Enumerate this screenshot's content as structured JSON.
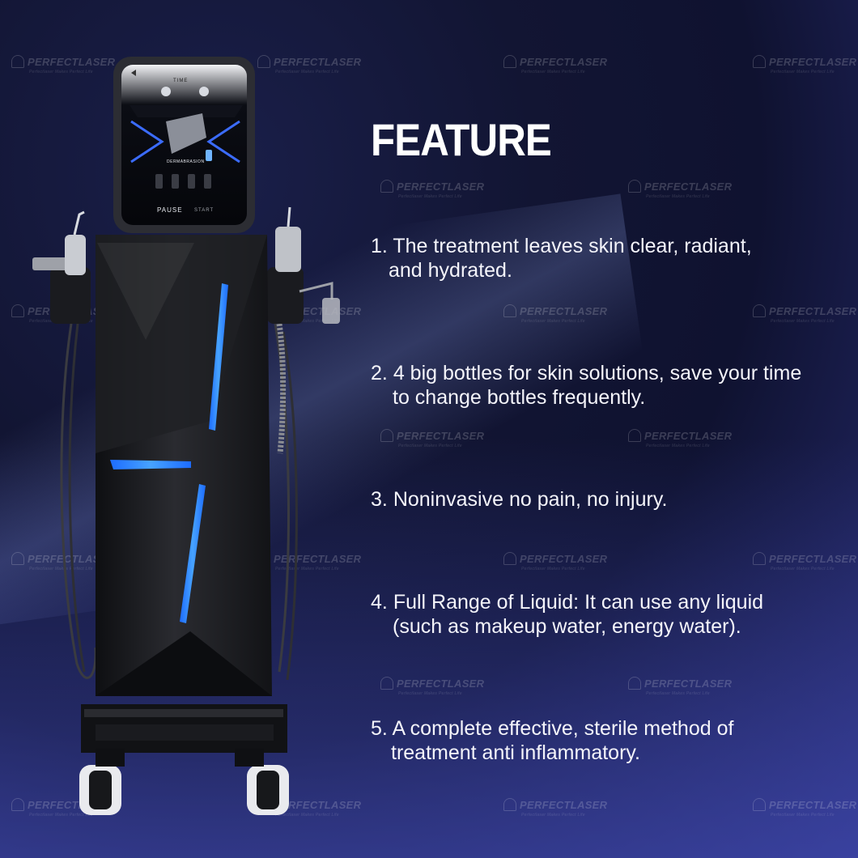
{
  "watermark": {
    "brand": "PERFECTLASER",
    "tagline": "Perfectlaser Makes Perfect Life"
  },
  "heading": "FEATURE",
  "features": [
    {
      "number": "1.",
      "line1": "The treatment leaves skin clear, radiant,",
      "line2": "and hydrated."
    },
    {
      "number": "2.",
      "line1": "4 big bottles for skin solutions, save your time",
      "line2": "to change bottles frequently."
    },
    {
      "number": "3.",
      "line1": "Noninvasive no pain, no injury.",
      "line2": ""
    },
    {
      "number": "4.",
      "line1": "Full Range of Liquid: It can use any liquid",
      "line2": "(such as makeup water, energy water)."
    },
    {
      "number": "5.",
      "line1": "A complete effective, sterile method of",
      "line2": "treatment anti inflammatory."
    }
  ],
  "screen": {
    "time_label": "TIME",
    "mode_label": "DERMABRASION",
    "pause_label": "PAUSE",
    "start_label": "START"
  },
  "colors": {
    "accent_blue": "#2f8cff",
    "body_dark": "#1b1c20"
  }
}
